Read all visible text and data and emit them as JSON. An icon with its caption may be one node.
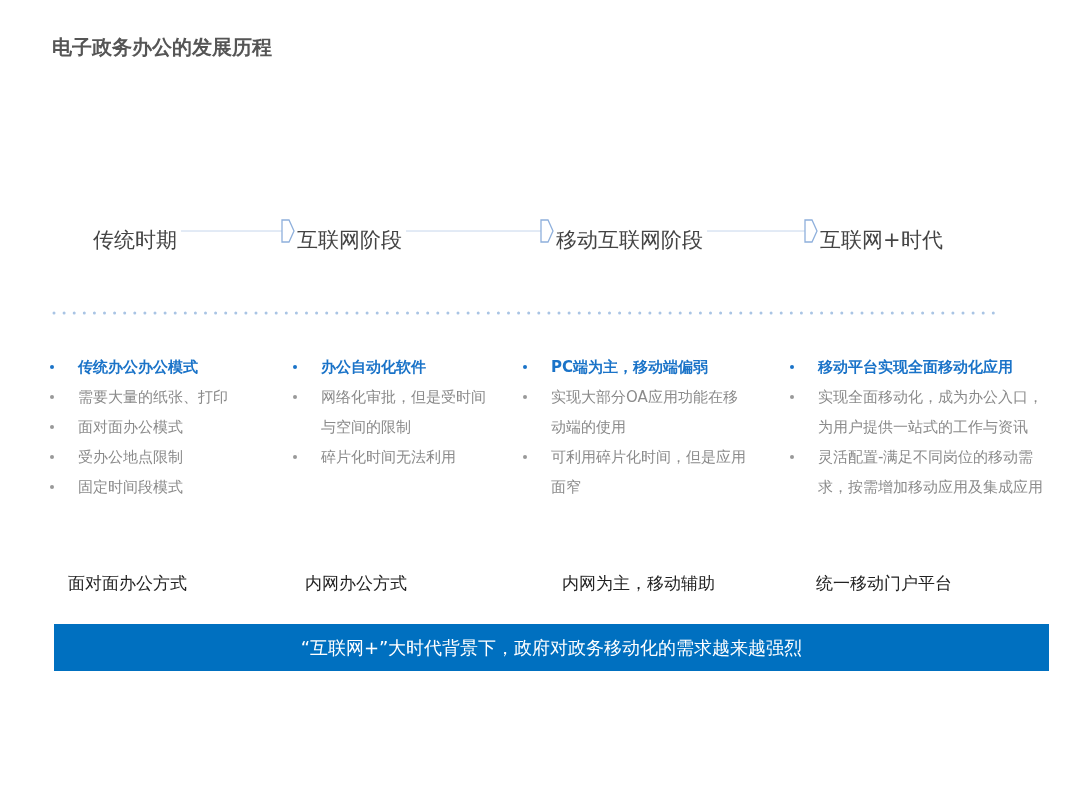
{
  "diagram": {
    "title": "电子政务办公的发展历程",
    "nodes": [
      {
        "text": [
          "传统时期"
        ]
      },
      {
        "text": [
          "互联网阶段"
        ]
      },
      {
        "text": [
          "移动互联网阶段"
        ]
      },
      {
        "text": [
          "互联网+时代"
        ]
      },
      {
        "text": [
          "“互联网+”大时代背景下，政府对政务移动化的需求越来越强烈"
        ]
      }
    ],
    "edges": [
      {
        "from": 0,
        "to": 1,
        "arrow": "to"
      },
      {
        "from": 1,
        "to": 2,
        "arrow": "to"
      },
      {
        "from": 2,
        "to": 3,
        "arrow": "to"
      }
    ],
    "labels": [
      "传统办公办公模式",
      "需要大量的纸张、打印",
      "面对面办公模式",
      "受办公地点限制",
      "固定时间段模式",
      "办公自动化软件",
      "网络化审批，但是受时间与空间的限制",
      "碎片化时间无法利用",
      "PC端为主，移动端偏弱",
      "实现大部分OA应用功能在移动端的使用",
      "可利用碎片化时间，但是应用面窄",
      "移动平台实现全面移动化应用",
      "实现全面移动化，成为办公入口，为用户提供一站式的工作与资讯",
      "灵活配置-满足不同岗位的移动需求，按需增加移动应用及集成应用",
      "面对面办公方式",
      "内网办公方式",
      "内网为主，移动辅助",
      "统一移动门户平台"
    ]
  }
}
